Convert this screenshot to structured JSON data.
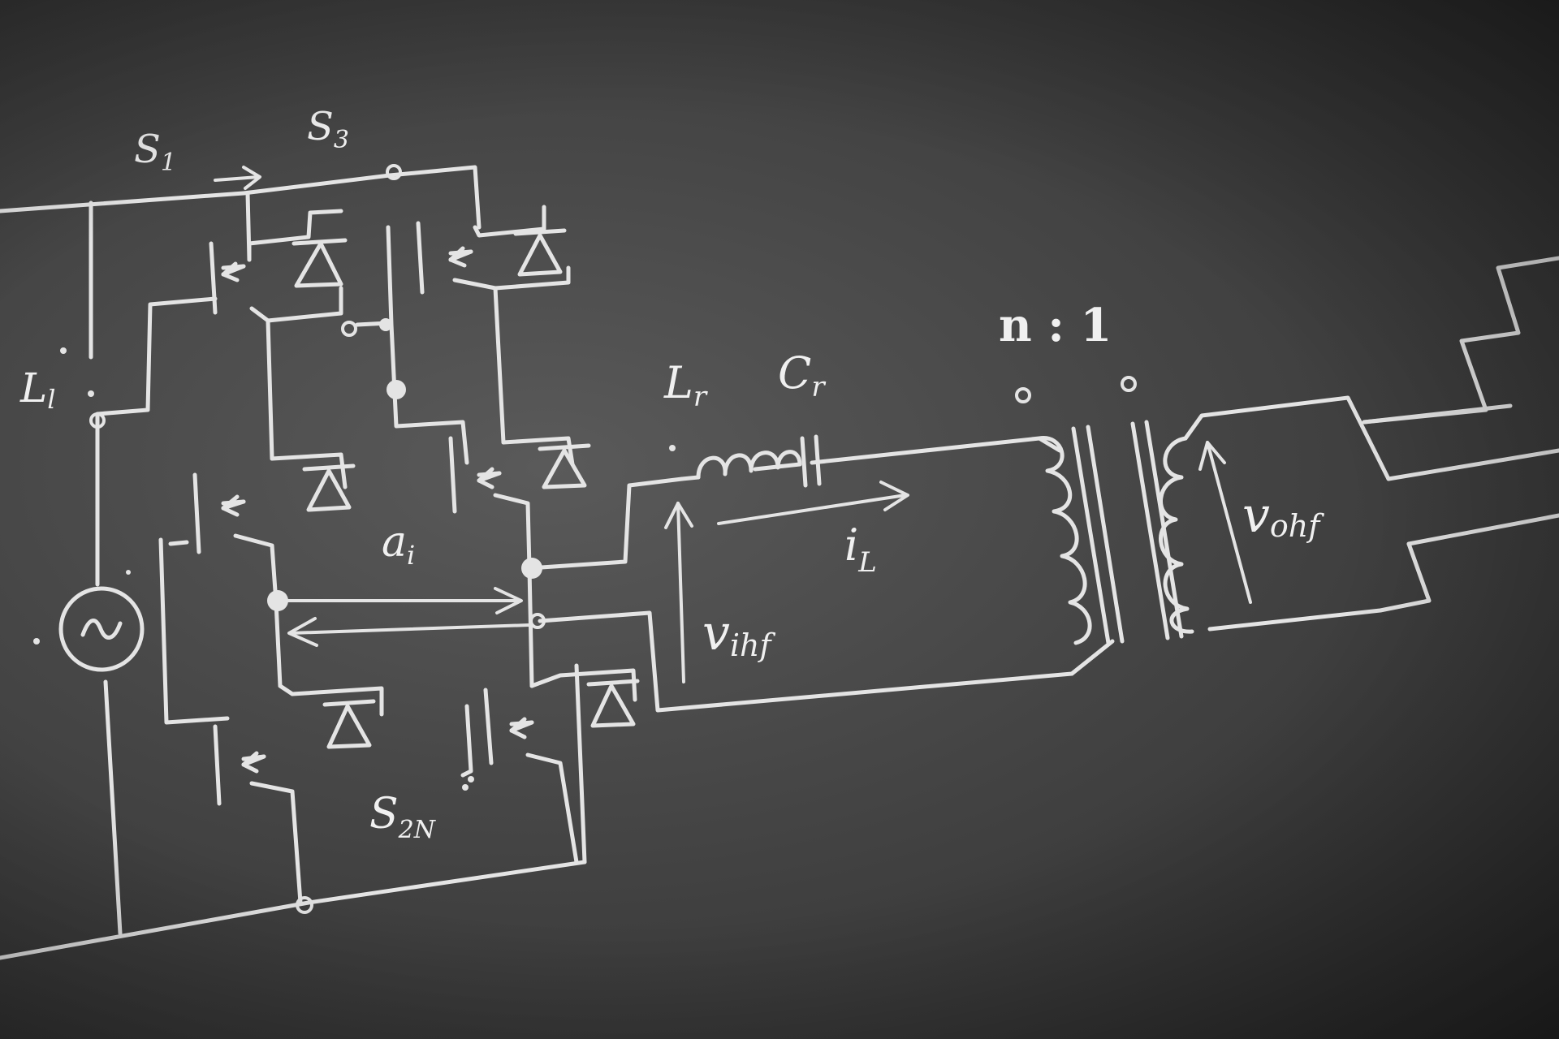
{
  "labels": {
    "s1": "S",
    "s1_sub": "1",
    "s3": "S",
    "s3_sub": "3",
    "l1": "L",
    "l1_sub": "l",
    "ai": "a",
    "ai_sub": "i",
    "s2n": "S",
    "s2n_sub": "2N",
    "lr": "L",
    "lr_sub": "r",
    "cr": "C",
    "cr_sub": "r",
    "ratio": "n : 1",
    "il": "i",
    "il_sub": "L",
    "vihf": "v",
    "vihf_sub": "ihf",
    "vohf": "v",
    "vohf_sub": "ohf"
  },
  "colors": {
    "background": "#474747",
    "ink": "#e4e4e4"
  }
}
